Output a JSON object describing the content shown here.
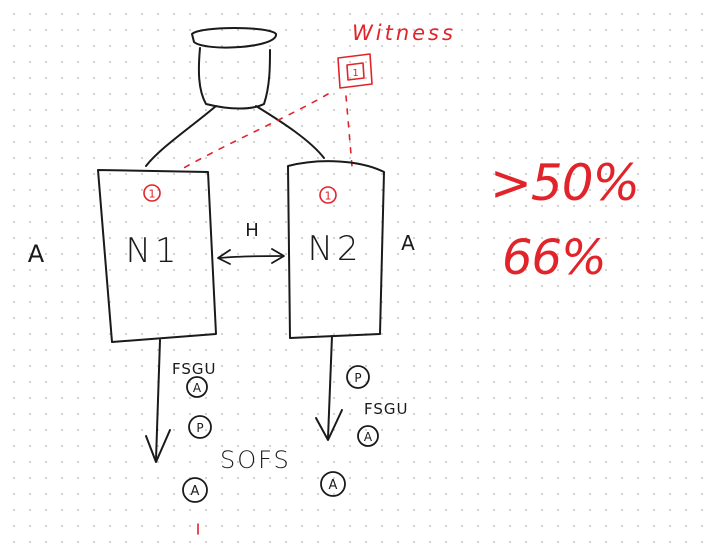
{
  "colors": {
    "ink": "#1a1a1a",
    "quorum": "#e0242a",
    "background": "#ffffff",
    "grid_dot": "#cfcfcf"
  },
  "witness": {
    "label": "Witness",
    "vote": "1"
  },
  "node1": {
    "label": "N1",
    "vote": "1",
    "side_label": "A",
    "service_label": "FSGU",
    "role_a": "A",
    "role_p": "P",
    "role_bottom": "A",
    "share_label": "SOFS"
  },
  "node2": {
    "label": "N2",
    "vote": "1",
    "side_label": "A",
    "service_label": "FSGU",
    "role_p": "P",
    "role_a": "A",
    "role_bottom": "A"
  },
  "heartbeat": {
    "label": "H"
  },
  "quorum": {
    "majority_label": ">50%",
    "fraction_label": "66%"
  }
}
